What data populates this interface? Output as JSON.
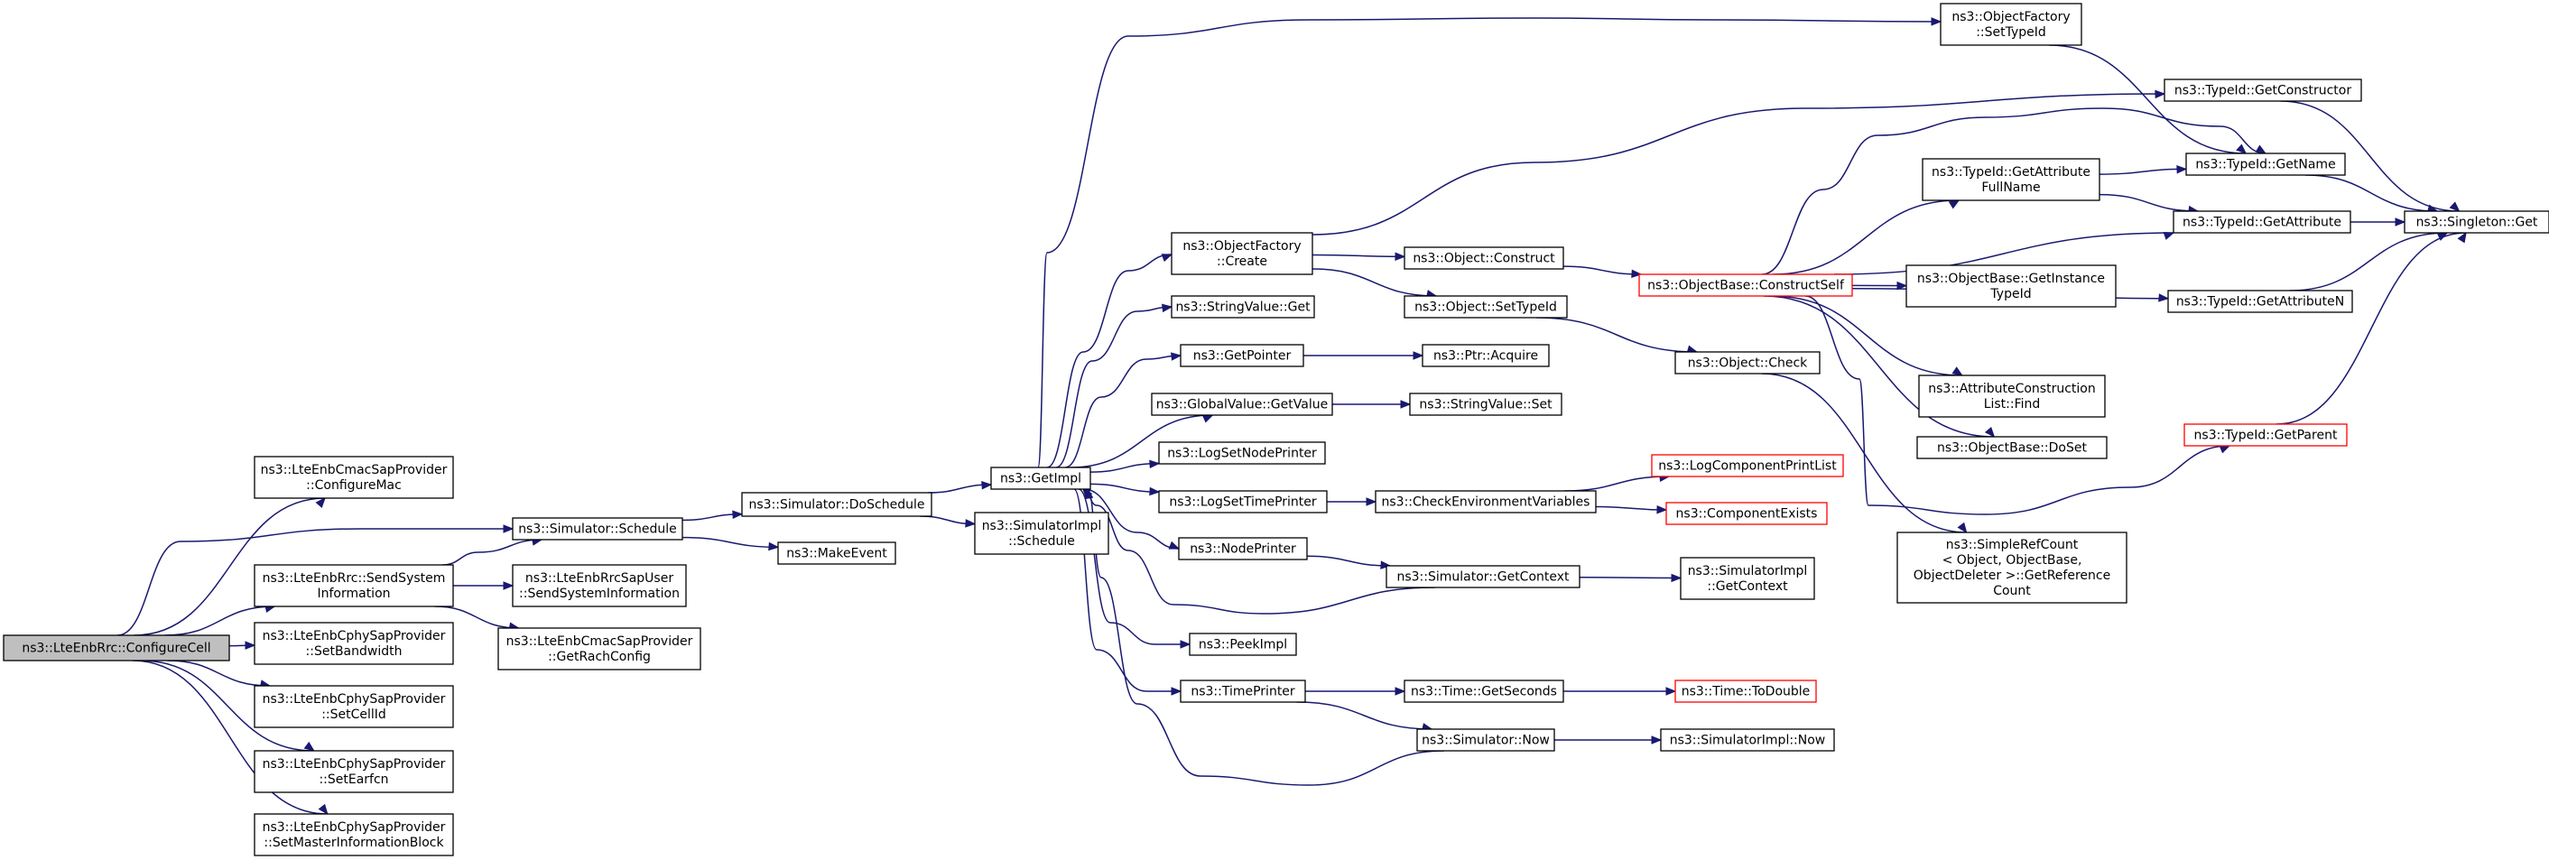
{
  "colors": {
    "edge": "#191970",
    "border": "#000000",
    "highlight_border": "#ff0000",
    "root_fill": "#bfbfbf"
  },
  "nodes": [
    {
      "id": "root",
      "lines": [
        "ns3::LteEnbRrc::ConfigureCell"
      ],
      "style": "root"
    },
    {
      "id": "cmac_configure",
      "lines": [
        "ns3::LteEnbCmacSapProvider",
        "::ConfigureMac"
      ]
    },
    {
      "id": "sim_schedule",
      "lines": [
        "ns3::Simulator::Schedule"
      ]
    },
    {
      "id": "rrc_sendsys",
      "lines": [
        "ns3::LteEnbRrc::SendSystem",
        "Information"
      ]
    },
    {
      "id": "cphy_bw",
      "lines": [
        "ns3::LteEnbCphySapProvider",
        "::SetBandwidth"
      ]
    },
    {
      "id": "cphy_cellid",
      "lines": [
        "ns3::LteEnbCphySapProvider",
        "::SetCellId"
      ]
    },
    {
      "id": "cphy_earfcn",
      "lines": [
        "ns3::LteEnbCphySapProvider",
        "::SetEarfcn"
      ]
    },
    {
      "id": "cphy_mib",
      "lines": [
        "ns3::LteEnbCphySapProvider",
        "::SetMasterInformationBlock"
      ]
    },
    {
      "id": "sim_dosched",
      "lines": [
        "ns3::Simulator::DoSchedule"
      ]
    },
    {
      "id": "makeevent",
      "lines": [
        "ns3::MakeEvent"
      ]
    },
    {
      "id": "rrcsap_sendsys",
      "lines": [
        "ns3::LteEnbRrcSapUser",
        "::SendSystemInformation"
      ]
    },
    {
      "id": "cmac_rach",
      "lines": [
        "ns3::LteEnbCmacSapProvider",
        "::GetRachConfig"
      ]
    },
    {
      "id": "getimpl",
      "lines": [
        "ns3::GetImpl"
      ]
    },
    {
      "id": "simimpl_sched",
      "lines": [
        "ns3::SimulatorImpl",
        "::Schedule"
      ]
    },
    {
      "id": "of_create",
      "lines": [
        "ns3::ObjectFactory",
        "::Create"
      ]
    },
    {
      "id": "strval_get",
      "lines": [
        "ns3::StringValue::Get"
      ]
    },
    {
      "id": "getpointer",
      "lines": [
        "ns3::GetPointer"
      ]
    },
    {
      "id": "gv_getvalue",
      "lines": [
        "ns3::GlobalValue::GetValue"
      ]
    },
    {
      "id": "logsetnode",
      "lines": [
        "ns3::LogSetNodePrinter"
      ]
    },
    {
      "id": "logsettime",
      "lines": [
        "ns3::LogSetTimePrinter"
      ]
    },
    {
      "id": "nodeprinter",
      "lines": [
        "ns3::NodePrinter"
      ]
    },
    {
      "id": "peekimpl",
      "lines": [
        "ns3::PeekImpl"
      ]
    },
    {
      "id": "timeprinter",
      "lines": [
        "ns3::TimePrinter"
      ]
    },
    {
      "id": "of_settypeid",
      "lines": [
        "ns3::ObjectFactory",
        "::SetTypeId"
      ]
    },
    {
      "id": "obj_construct",
      "lines": [
        "ns3::Object::Construct"
      ]
    },
    {
      "id": "obj_settypeid",
      "lines": [
        "ns3::Object::SetTypeId"
      ]
    },
    {
      "id": "ptr_acquire",
      "lines": [
        "ns3::Ptr::Acquire"
      ]
    },
    {
      "id": "strval_set",
      "lines": [
        "ns3::StringValue::Set"
      ]
    },
    {
      "id": "checkenv",
      "lines": [
        "ns3::CheckEnvironmentVariables"
      ]
    },
    {
      "id": "sim_getctx",
      "lines": [
        "ns3::Simulator::GetContext"
      ]
    },
    {
      "id": "time_getsec",
      "lines": [
        "ns3::Time::GetSeconds"
      ]
    },
    {
      "id": "sim_now",
      "lines": [
        "ns3::Simulator::Now"
      ]
    },
    {
      "id": "ob_constructself",
      "lines": [
        "ns3::ObjectBase::ConstructSelf"
      ],
      "style": "red"
    },
    {
      "id": "obj_check",
      "lines": [
        "ns3::Object::Check"
      ]
    },
    {
      "id": "logcomp",
      "lines": [
        "ns3::LogComponentPrintList"
      ],
      "style": "red"
    },
    {
      "id": "compexists",
      "lines": [
        "ns3::ComponentExists"
      ],
      "style": "red"
    },
    {
      "id": "simimpl_getctx",
      "lines": [
        "ns3::SimulatorImpl",
        "::GetContext"
      ]
    },
    {
      "id": "todouble",
      "lines": [
        "ns3::Time::ToDouble"
      ],
      "style": "red"
    },
    {
      "id": "simimpl_now",
      "lines": [
        "ns3::SimulatorImpl::Now"
      ]
    },
    {
      "id": "tid_getattrfull",
      "lines": [
        "ns3::TypeId::GetAttribute",
        "FullName"
      ]
    },
    {
      "id": "ob_getinstance",
      "lines": [
        "ns3::ObjectBase::GetInstance",
        "TypeId"
      ]
    },
    {
      "id": "acl_find",
      "lines": [
        "ns3::AttributeConstruction",
        "List::Find"
      ]
    },
    {
      "id": "ob_doset",
      "lines": [
        "ns3::ObjectBase::DoSet"
      ]
    },
    {
      "id": "simplerefcount",
      "lines": [
        "ns3::SimpleRefCount",
        "< Object, ObjectBase,",
        "ObjectDeleter >::GetReference",
        "Count"
      ]
    },
    {
      "id": "tid_getctor",
      "lines": [
        "ns3::TypeId::GetConstructor"
      ]
    },
    {
      "id": "tid_getname",
      "lines": [
        "ns3::TypeId::GetName"
      ]
    },
    {
      "id": "tid_getattr",
      "lines": [
        "ns3::TypeId::GetAttribute"
      ]
    },
    {
      "id": "tid_getattrn",
      "lines": [
        "ns3::TypeId::GetAttributeN"
      ]
    },
    {
      "id": "tid_getparent",
      "lines": [
        "ns3::TypeId::GetParent"
      ],
      "style": "red"
    },
    {
      "id": "singleton_get",
      "lines": [
        "ns3::Singleton::Get"
      ]
    }
  ],
  "edges": [
    [
      "root",
      "cmac_configure"
    ],
    [
      "root",
      "sim_schedule"
    ],
    [
      "root",
      "rrc_sendsys"
    ],
    [
      "root",
      "cphy_bw"
    ],
    [
      "root",
      "cphy_cellid"
    ],
    [
      "root",
      "cphy_earfcn"
    ],
    [
      "root",
      "cphy_mib"
    ],
    [
      "sim_schedule",
      "sim_dosched"
    ],
    [
      "sim_schedule",
      "makeevent"
    ],
    [
      "rrc_sendsys",
      "sim_schedule"
    ],
    [
      "rrc_sendsys",
      "rrcsap_sendsys"
    ],
    [
      "rrc_sendsys",
      "cmac_rach"
    ],
    [
      "sim_dosched",
      "getimpl"
    ],
    [
      "sim_dosched",
      "simimpl_sched"
    ],
    [
      "getimpl",
      "of_settypeid"
    ],
    [
      "getimpl",
      "of_create"
    ],
    [
      "getimpl",
      "strval_get"
    ],
    [
      "getimpl",
      "getpointer"
    ],
    [
      "getimpl",
      "gv_getvalue"
    ],
    [
      "getimpl",
      "logsetnode"
    ],
    [
      "getimpl",
      "logsettime"
    ],
    [
      "getimpl",
      "nodeprinter"
    ],
    [
      "getimpl",
      "peekimpl"
    ],
    [
      "getimpl",
      "timeprinter"
    ],
    [
      "of_create",
      "obj_construct"
    ],
    [
      "of_create",
      "obj_settypeid"
    ],
    [
      "of_create",
      "tid_getctor"
    ],
    [
      "getpointer",
      "ptr_acquire"
    ],
    [
      "gv_getvalue",
      "strval_set"
    ],
    [
      "logsettime",
      "checkenv"
    ],
    [
      "nodeprinter",
      "sim_getctx"
    ],
    [
      "timeprinter",
      "time_getsec"
    ],
    [
      "timeprinter",
      "sim_now"
    ],
    [
      "sim_getctx",
      "getimpl"
    ],
    [
      "sim_now",
      "getimpl"
    ],
    [
      "sim_getctx",
      "simimpl_getctx"
    ],
    [
      "sim_now",
      "simimpl_now"
    ],
    [
      "time_getsec",
      "todouble"
    ],
    [
      "checkenv",
      "logcomp"
    ],
    [
      "checkenv",
      "compexists"
    ],
    [
      "obj_construct",
      "ob_constructself"
    ],
    [
      "obj_settypeid",
      "obj_check"
    ],
    [
      "obj_check",
      "simplerefcount"
    ],
    [
      "of_settypeid",
      "tid_getname"
    ],
    [
      "ob_constructself",
      "tid_getname"
    ],
    [
      "ob_constructself",
      "tid_getattrfull"
    ],
    [
      "ob_constructself",
      "tid_getattr"
    ],
    [
      "ob_constructself",
      "ob_getinstance"
    ],
    [
      "ob_constructself",
      "tid_getattrn"
    ],
    [
      "ob_constructself",
      "acl_find"
    ],
    [
      "ob_constructself",
      "ob_doset"
    ],
    [
      "ob_constructself",
      "tid_getparent"
    ],
    [
      "tid_getattrfull",
      "tid_getname"
    ],
    [
      "tid_getattrfull",
      "tid_getattr"
    ],
    [
      "tid_getctor",
      "singleton_get"
    ],
    [
      "tid_getname",
      "singleton_get"
    ],
    [
      "tid_getattr",
      "singleton_get"
    ],
    [
      "tid_getattrn",
      "singleton_get"
    ],
    [
      "tid_getparent",
      "singleton_get"
    ]
  ]
}
